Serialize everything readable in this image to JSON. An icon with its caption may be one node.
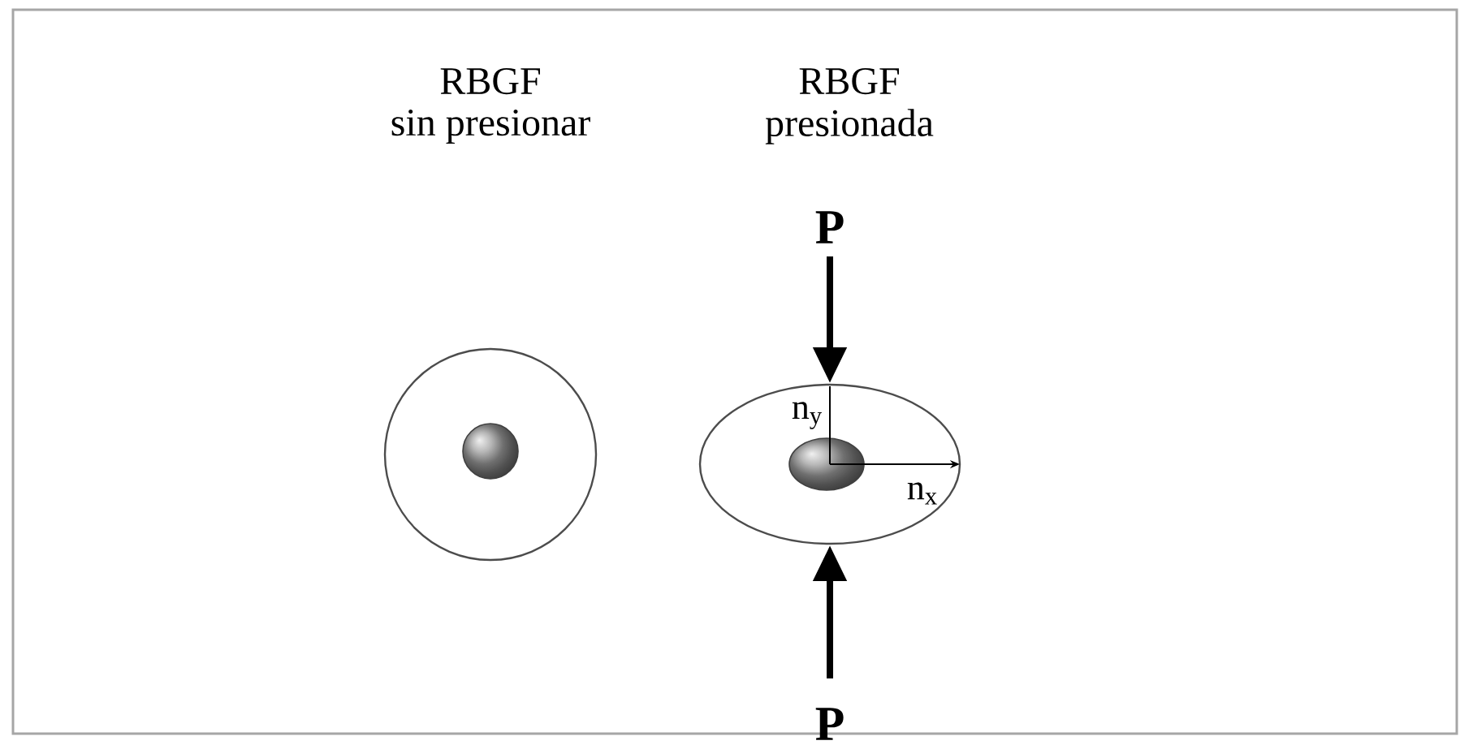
{
  "diagram": {
    "nodes": [
      {
        "text": [],
        "shape": "circle"
      },
      {
        "text": [],
        "shape": "circle",
        "in": 0
      },
      {
        "text": [],
        "shape": "ellipse"
      },
      {
        "text": [],
        "shape": "ellipse",
        "in": 2
      }
    ],
    "labels": [
      "RBGF",
      "sin presionar",
      "RBGF",
      "presionada",
      "P",
      "n$_{y}$",
      "n$_{x}$",
      "P"
    ]
  }
}
